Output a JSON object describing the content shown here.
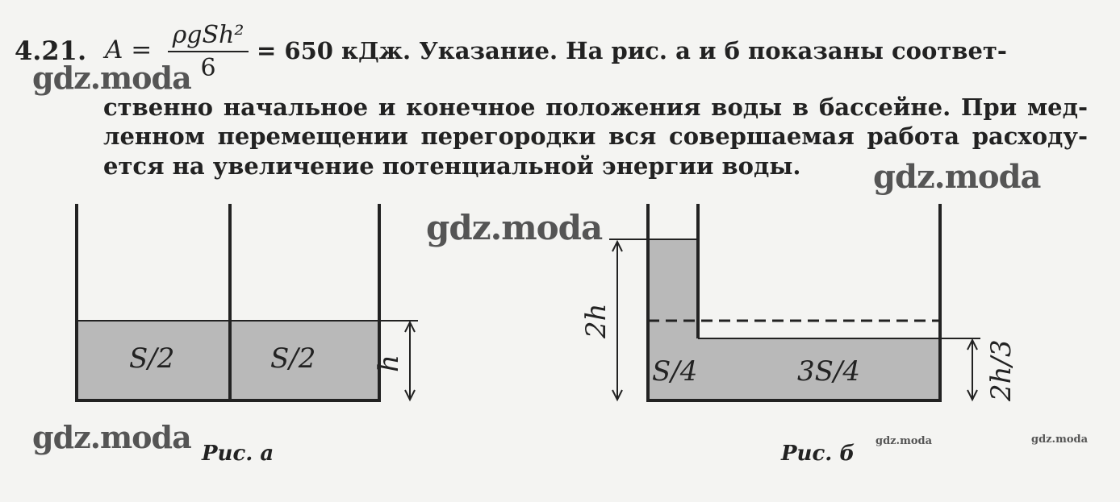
{
  "problem": {
    "number": "4.21.",
    "formula_lhs": "A =",
    "formula_numerator": "ρgSh²",
    "formula_denominator": "6",
    "line1_rest": "= 650 кДж. Указание. На рис. а и б показаны соответ-",
    "line2": "ственно начальное и конечное положения воды в бассейне. При мед-",
    "line3": "ленном перемещении перегородки вся совершаемая работа расходу-",
    "line4": "ется на увеличение потенциальной энергии воды."
  },
  "figure_a": {
    "caption": "Рис. а",
    "left_label": "S/2",
    "right_label": "S/2",
    "height_label": "h"
  },
  "figure_b": {
    "caption": "Рис. б",
    "left_label": "S/4",
    "right_label": "3S/4",
    "left_height_label": "2h",
    "right_height_label": "2h/3"
  },
  "watermark": "gdz.moda"
}
